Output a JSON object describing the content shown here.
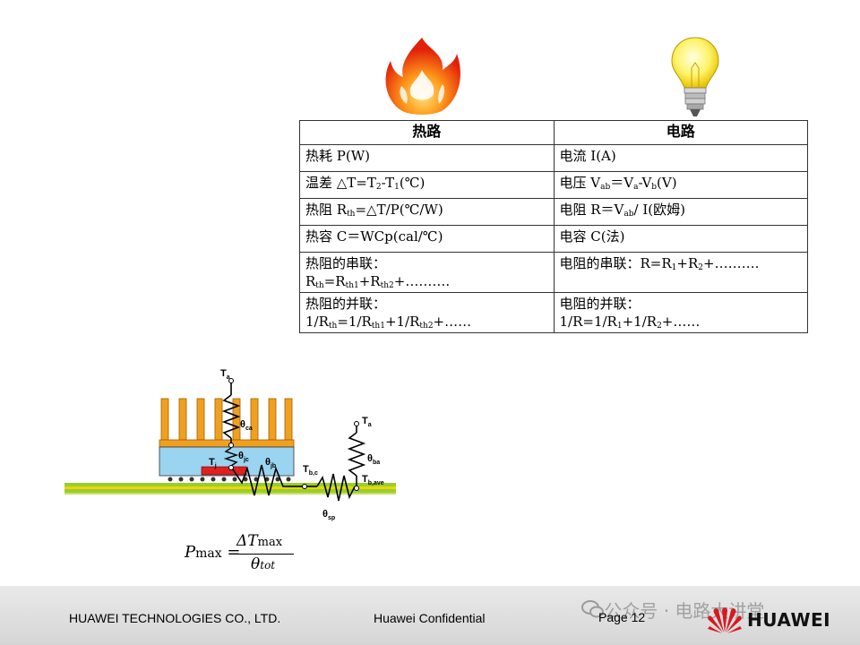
{
  "table": {
    "headers": [
      "热路",
      "电路"
    ],
    "rows": [
      {
        "left": "热耗 P(W)",
        "right": "电流 I(A)"
      },
      {
        "left": [
          "温差 △T=T",
          "2",
          "-T",
          "1",
          "(℃)"
        ],
        "right": [
          "电压 V",
          "ab",
          "＝V",
          "a",
          "-V",
          "b",
          "(V)"
        ]
      },
      {
        "left": [
          "热阻 R",
          "th",
          "=△T/P(℃/W)"
        ],
        "right": [
          "电阻 R＝V",
          "ab",
          "/ I(欧姆)"
        ]
      },
      {
        "left": "热容 C＝WCp(cal/℃)",
        "right": "电容 C(法)"
      },
      {
        "left_title": "热阻的串联：",
        "left": [
          "R",
          "th",
          "=R",
          "th1",
          "+R",
          "th2",
          "+………."
        ],
        "right": [
          "电阻的串联：R=R",
          "1",
          "+R",
          "2",
          "+………."
        ]
      },
      {
        "left_title": "热阻的并联：",
        "left": [
          "1/R",
          "th",
          "=1/R",
          "th1",
          "+1/R",
          "th2",
          "+……"
        ],
        "right_title": "电阻的并联：",
        "right": [
          "1/R=1/R",
          "1",
          "+1/R",
          "2",
          "+……"
        ]
      }
    ]
  },
  "diagram": {
    "labels": {
      "ta_top": "T",
      "ta_top_sub": "a",
      "theta_ca": "θ",
      "theta_ca_sub": "ca",
      "theta_jc": "θ",
      "theta_jc_sub": "jc",
      "theta_jb": "θ",
      "theta_jb_sub": "jb",
      "tj": "T",
      "tj_sub": "j",
      "tbc": "T",
      "tbc_sub": "b,c",
      "ta_right": "T",
      "ta_right_sub": "a",
      "theta_ba": "θ",
      "theta_ba_sub": "ba",
      "tbave": "T",
      "tbave_sub": "b,ave",
      "theta_sp": "θ",
      "theta_sp_sub": "sp"
    }
  },
  "formula": {
    "lhs": "P",
    "lhs_sub": "max",
    "num": "ΔT",
    "num_sub": "max",
    "den": "θ",
    "den_sub": "tot"
  },
  "footer": {
    "company": "HUAWEI TECHNOLOGIES CO., LTD.",
    "confidential": "Huawei Confidential",
    "page": "Page 12",
    "watermark": "公众号 · 电路大讲堂",
    "brand": "HUAWEI"
  },
  "colors": {
    "heatsink": "#f0a020",
    "package": "#9ad4f0",
    "die": "#e02020",
    "board_green": "#9acd32",
    "board_yellow": "#e8d800",
    "huawei_red": "#d71920"
  }
}
